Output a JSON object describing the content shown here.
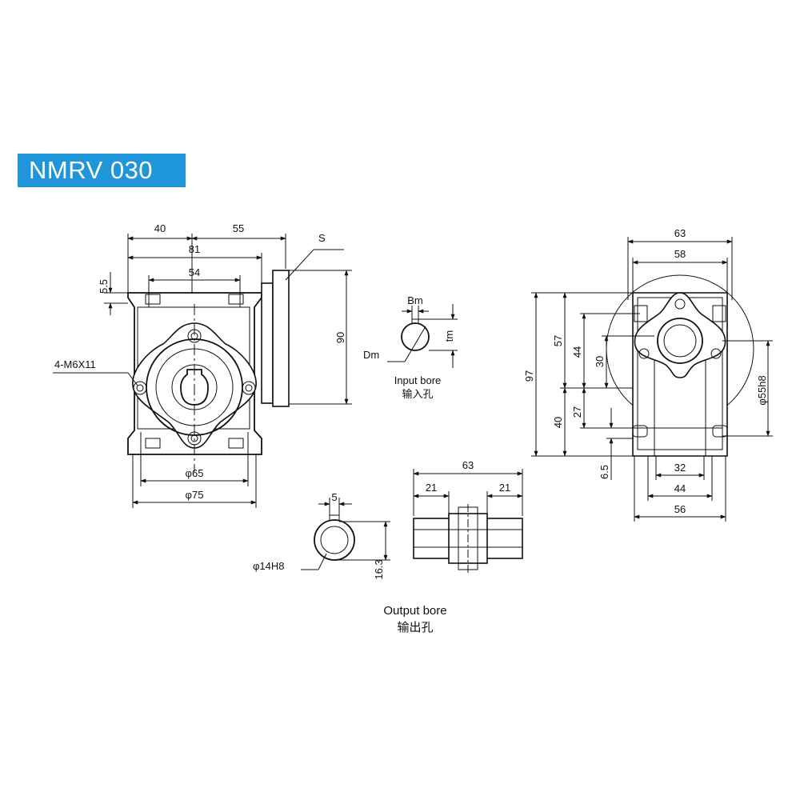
{
  "title": "NMRV 030",
  "colors": {
    "badge": "#1f96d9",
    "badge_text": "#ffffff",
    "line": "#111111"
  },
  "front_view": {
    "dim_40": "40",
    "dim_55": "55",
    "dim_81": "81",
    "dim_54": "54",
    "dim_5_5": "5.5",
    "dim_90": "90",
    "flange_label": "S",
    "hole_label": "4-M6X11",
    "dia_65": "φ65",
    "dia_75": "φ75"
  },
  "input_bore": {
    "bm": "Bm",
    "tm": "tm",
    "dm": "Dm",
    "caption": "Input bore",
    "caption_cn": "输入孔"
  },
  "side_view": {
    "dim_63": "63",
    "dim_58": "58",
    "dim_97": "97",
    "dim_57": "57",
    "dim_40": "40",
    "dim_44": "44",
    "dim_30": "30",
    "dim_27": "27",
    "dim_6_5": "6.5",
    "dim_32": "32",
    "dim_44b": "44",
    "dim_56": "56",
    "dia_55h8": "φ55h8"
  },
  "output_shaft": {
    "dim_63": "63",
    "dim_21a": "21",
    "dim_21b": "21"
  },
  "output_bore": {
    "dim_5": "5",
    "dia_14h8": "φ14H8",
    "dim_16_3": "16.3",
    "caption": "Output bore",
    "caption_cn": "输出孔"
  }
}
